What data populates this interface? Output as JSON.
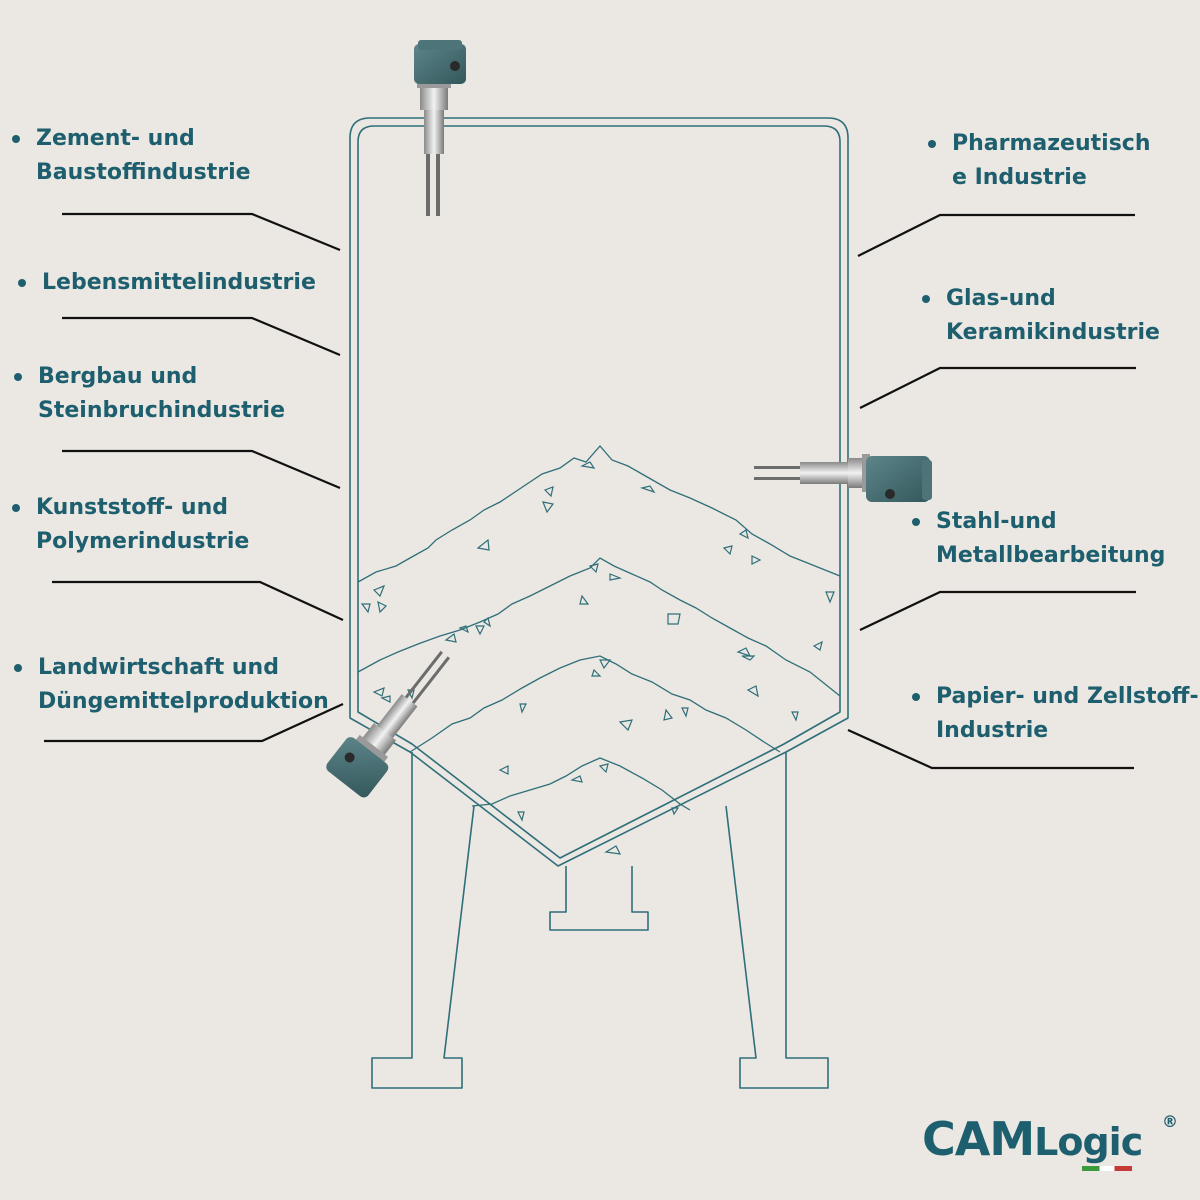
{
  "labels": {
    "zement": "Zement- und\nBaustoffindustrie",
    "lebensmittel": "Lebensmittelindustrie",
    "bergbau": "Bergbau und\nSteinbruchindustrie",
    "kunststoff": "Kunststoff- und\nPolymerindustrie",
    "landwirtschaft": "Landwirtschaft und\nDüngemittelproduktion",
    "pharma": "Pharmazeutisch\ne Industrie",
    "glas": "Glas-und\nKeramikindustrie",
    "stahl": "Stahl-und\nMetallbearbeitung",
    "papier": "Papier-  und  Zellstoff-\nIndustrie"
  },
  "logo": {
    "cam": "CAM",
    "logic": "Logic",
    "registered": "®"
  },
  "colors": {
    "background": "#ebe7e2",
    "accent": "#1d5f6e",
    "outline": "#2f6f7a",
    "leader": "#111111",
    "sensor_head": "#3f6a6e",
    "logo_green": "#3a9a3c",
    "logo_red": "#c43a36"
  },
  "icons": {
    "sensor": "vibrating-fork-level-switch-icon",
    "silo": "silo-outline",
    "bullet": "bullet-dot"
  }
}
